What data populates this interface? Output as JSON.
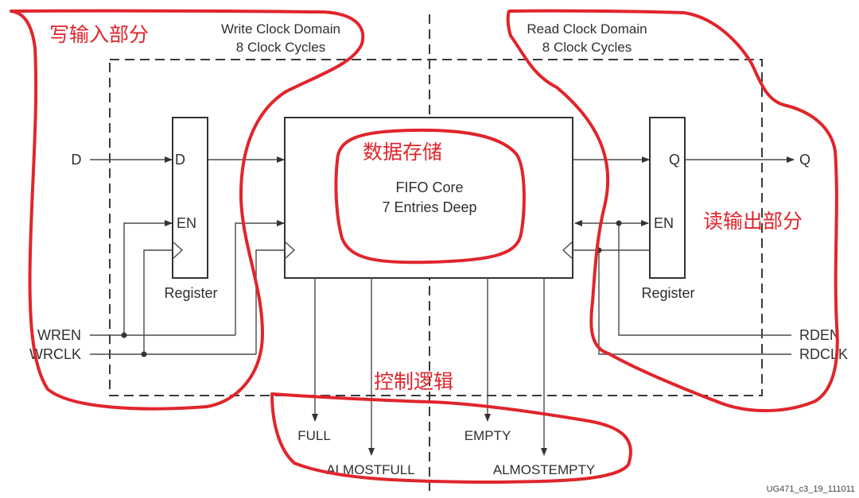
{
  "domains": {
    "write": {
      "title": "Write Clock Domain",
      "subtitle": "8 Clock Cycles"
    },
    "read": {
      "title": "Read Clock Domain",
      "subtitle": "8 Clock Cycles"
    }
  },
  "annotations": {
    "write_part": "写输入部分",
    "data_storage": "数据存储",
    "read_part": "读输出部分",
    "control_logic": "控制逻辑",
    "color": "#e0252b"
  },
  "inputs": {
    "d": "D",
    "wren": "WREN",
    "wrclk": "WRCLK",
    "rden": "RDEN",
    "rdclk": "RDCLK"
  },
  "outputs": {
    "q": "Q"
  },
  "write_register": {
    "port_d": "D",
    "port_en": "EN",
    "label": "Register"
  },
  "read_register": {
    "port_q": "Q",
    "port_en": "EN",
    "label": "Register"
  },
  "fifo_core": {
    "title": "FIFO Core",
    "subtitle": "7 Entries Deep"
  },
  "flags": {
    "full": "FULL",
    "almostfull": "ALMOSTFULL",
    "empty": "EMPTY",
    "almostempty": "ALMOSTEMPTY"
  },
  "figure_id": "UG471_c3_19_111011"
}
